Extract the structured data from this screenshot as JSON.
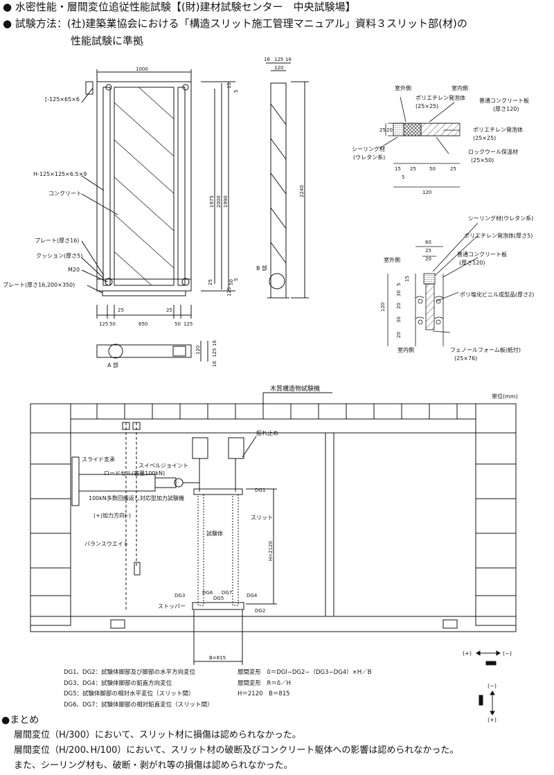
{
  "header": {
    "line1": "● 水密性能・層間変位追従性能試験【(財)建材試験センター　中央試験場】",
    "line2": "● 試験方法：(社)建築業協会における「構造スリット施工管理マニュアル」資料３スリット部(材)の",
    "line3": "性能試験に準拠"
  },
  "front_view": {
    "top_width": "1000",
    "labels": [
      "[-125×65×6",
      "H-125×125×6.5×9",
      "コンクリート",
      "プレート(厚さ16)",
      "クッション(厚さ5)",
      "M20",
      "プレート(厚さ16,200×350)"
    ],
    "heights": [
      "1975",
      "2000",
      "1990",
      "15",
      "5",
      "25",
      "50",
      "5",
      "125"
    ],
    "bottom_dims": [
      "125",
      "50",
      "650",
      "50",
      "125"
    ],
    "small_25": [
      "25",
      "25"
    ],
    "a_part": "A 部",
    "a_part_dims": [
      "120",
      "16",
      "125",
      "16"
    ]
  },
  "side_view": {
    "top_dims": [
      "16",
      "125",
      "16"
    ],
    "inner": "120",
    "height": "2240",
    "b_part": "B 部"
  },
  "detail1": {
    "outdoor": "室外側",
    "indoor": "室内側",
    "labels": [
      "ポリエチレン発泡体",
      "(25×25)",
      "普通コンクリート板",
      "(厚さ120)",
      "ポリエチレン発泡体",
      "(25×25)",
      "シーリング材",
      "(ウレタン系)",
      "ロックウール保温材",
      "(25×50)"
    ],
    "left_dims": [
      "25",
      "20"
    ],
    "bottom_dims": [
      "15",
      "25",
      "50",
      "25"
    ],
    "small": "5",
    "total": "120"
  },
  "detail2": {
    "labels": [
      "シーリング材(ウレタン系)",
      "ポリエチレン発泡体(厚さ5)",
      "普通コンクリート板",
      "(厚さ120)",
      "ポリ塩化ビニル成型品(厚さ2)",
      "フェノールフォーム板(紙付)",
      "(25×76)"
    ],
    "outdoor": "室外側",
    "indoor": "室内側",
    "top_dims": [
      "60",
      "25",
      "20"
    ],
    "left_total": "120",
    "left_dims": [
      "15",
      "5",
      "30",
      "20",
      "30",
      "20"
    ]
  },
  "rig": {
    "machine_title": "木質構造物試験機",
    "unit": "単位(mm)",
    "labels": [
      "振れ止め",
      "スライド支承",
      "スイベルジョイント",
      "ロードセル(容量100kN)",
      "100kN多数回繰返し対応型加力試験機",
      "(+)加力方向(-)",
      "バランスウエイト",
      "試験体",
      "スリット",
      "ストッパー"
    ],
    "gauges": [
      "DG1",
      "DG2",
      "DG3",
      "DG4",
      "DG5",
      "DG6",
      "DG7"
    ],
    "h_dim": "H=2120",
    "b_dim": "B=815",
    "dir_pm": "(+)",
    "dir_mm": "(−)",
    "dir_vm": "(−)",
    "dir_vp": "(+)"
  },
  "legend": {
    "left": [
      "DG1、DG2：試験体脚部及び脚部の水平方向変位",
      "DG3、DG4：試験体脚部の鉛直方向変位",
      "DG5：試験体脚部の相対水平変位（スリット間）",
      "DG6、DG7：試験体脚部の相対鉛直変位（スリット間）"
    ],
    "right": [
      "層間変形　δ＝DGl−DG2−（DG3−DG4）×H／B",
      "層間変形　R＝δ／H",
      "H＝2120　B＝815"
    ]
  },
  "summary": {
    "title": "●まとめ",
    "lines": [
      "層間変位（H/300）において、スリット材に損傷は認められなかった。",
      "層間変位（H/200､H/100）において、スリット材の破断及びコンクリート躯体への影響は認められなかった。",
      "また、シーリング材も、破断・剥がれ等の損傷は認められなかった。"
    ]
  }
}
